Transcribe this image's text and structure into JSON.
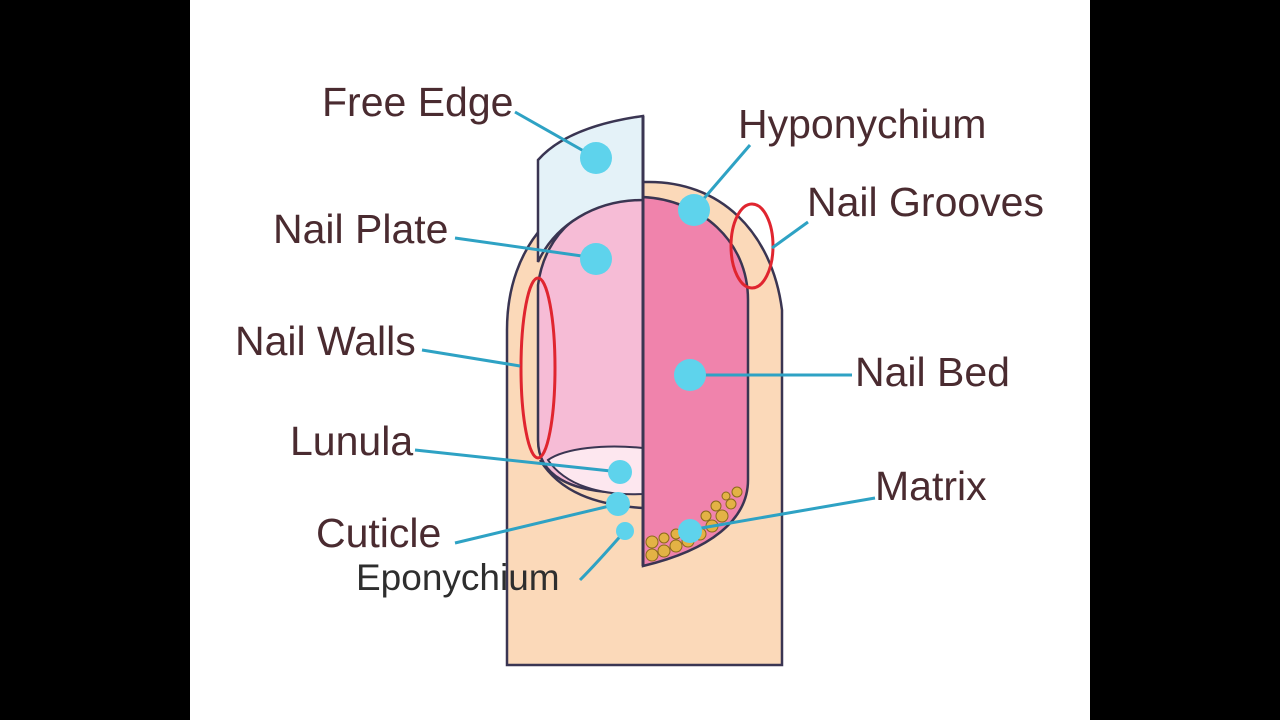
{
  "labels": {
    "free_edge": "Free Edge",
    "nail_plate": "Nail Plate",
    "nail_walls": "Nail Walls",
    "lunula": "Lunula",
    "cuticle": "Cuticle",
    "eponychium": "Eponychium",
    "hyponychium": "Hyponychium",
    "nail_grooves": "Nail Grooves",
    "nail_bed": "Nail Bed",
    "matrix": "Matrix"
  },
  "colors": {
    "background_side": "#000000",
    "panel": "#ffffff",
    "skin": "#fbd9b9",
    "outline": "#3a3552",
    "nail_plate": "#f6bcd6",
    "nail_bed": "#f083ac",
    "free_edge": "#e4f2f8",
    "leader_line": "#2ea2c4",
    "marker": "#5ed3ec",
    "highlight_ring": "#e0252f",
    "matrix_cells": "#e3b245"
  }
}
